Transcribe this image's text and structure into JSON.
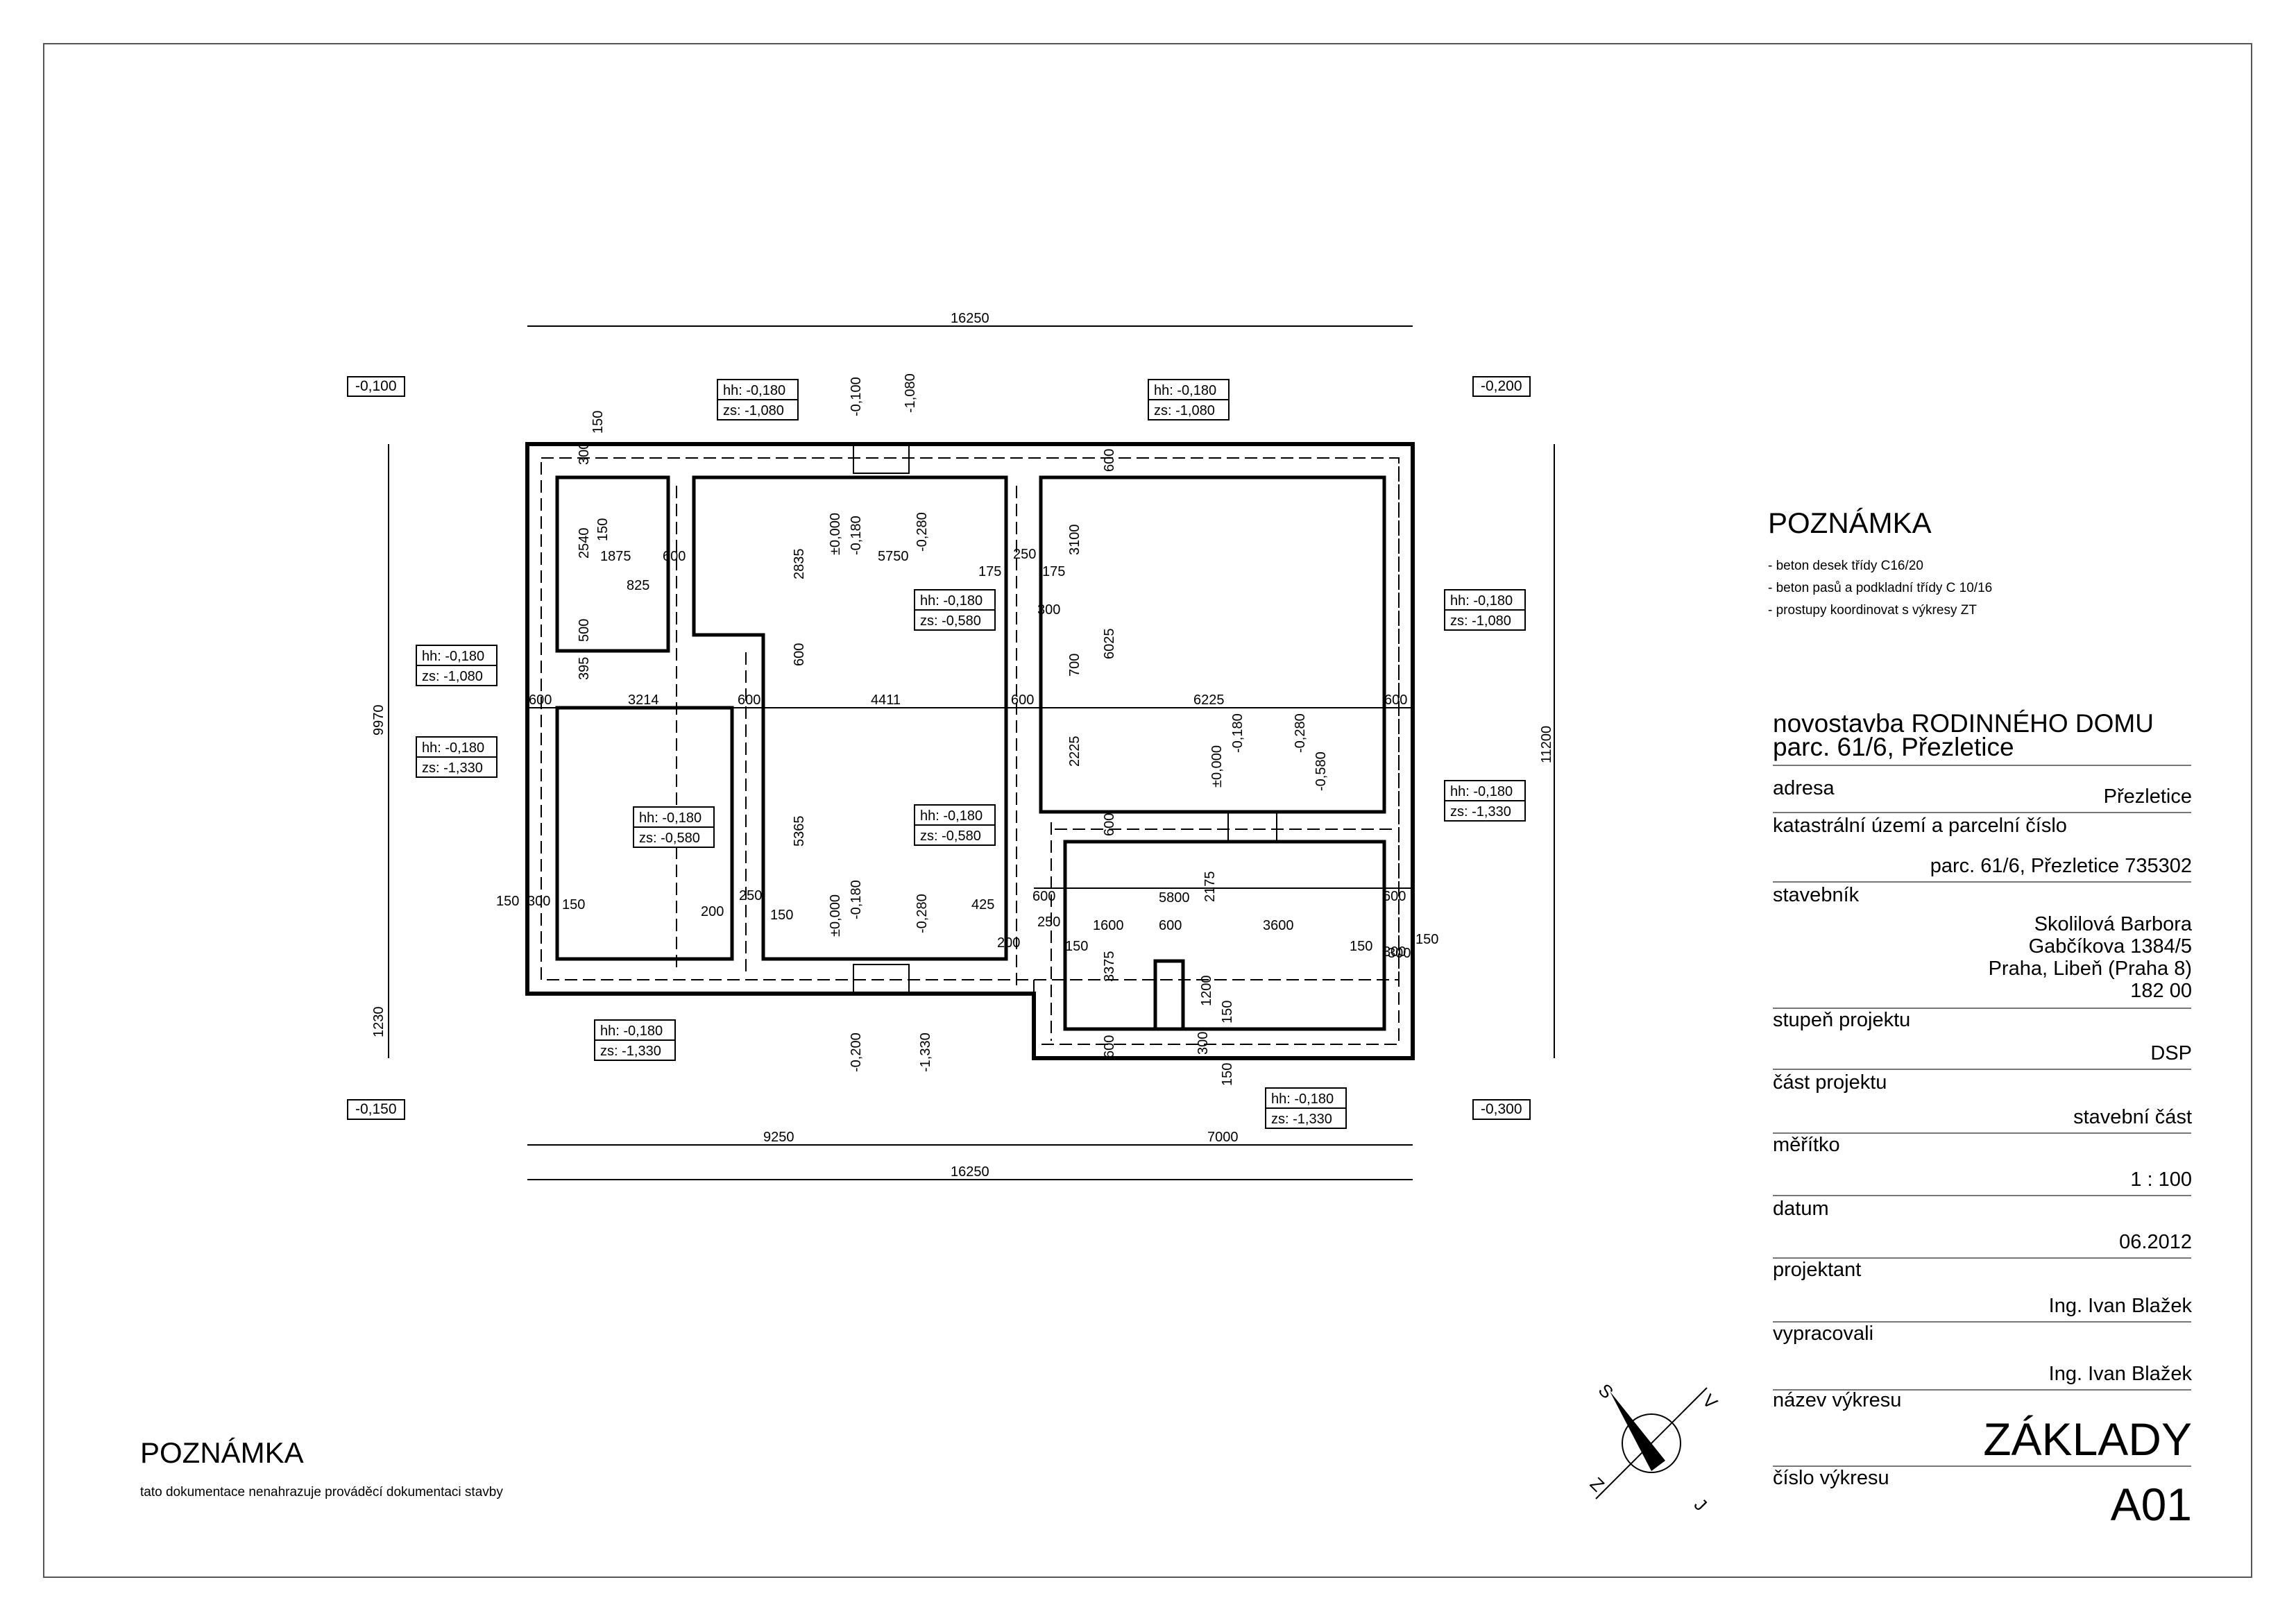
{
  "notes": {
    "right_title": "POZNÁMKA",
    "right_items": [
      "- beton desek třídy C16/20",
      "- beton pasů a podkladní třídy C 10/16",
      "- prostupy koordinovat s výkresy ZT"
    ],
    "bottom_title": "POZNÁMKA",
    "bottom_text": "tato dokumentace nenahrazuje prováděcí dokumentaci stavby"
  },
  "title_block": {
    "project_line1": "novostavba RODINNÉHO DOMU",
    "project_line2": "parc. 61/6, Přezletice",
    "address_label": "adresa",
    "address_value": "Přezletice",
    "cadastre_label": "katastrální území a parcelní číslo",
    "cadastre_value": "parc. 61/6, Přezletice 735302",
    "investor_label": "stavebník",
    "investor_lines": [
      "Skolilová Barbora",
      "Gabčíkova 1384/5",
      "Praha, Libeň (Praha 8)",
      "182 00"
    ],
    "stage_label": "stupeň projektu",
    "stage_value": "DSP",
    "part_label": "část projektu",
    "part_value": "stavební část",
    "scale_label": "měřítko",
    "scale_value": "1 : 100",
    "date_label": "datum",
    "date_value": "06.2012",
    "designer_label": "projektant",
    "designer_value": "Ing. Ivan Blažek",
    "prepared_label": "vypracovali",
    "prepared_value": "Ing. Ivan Blažek",
    "drawing_name_label": "název výkresu",
    "drawing_name_value": "ZÁKLADY",
    "drawing_no_label": "číslo výkresu",
    "drawing_no_value": "A01"
  },
  "compass": {
    "n": "S",
    "s": "J",
    "e": "V",
    "w": "Z"
  },
  "corner_levels": {
    "tl": "-0,100",
    "tr": "-0,200",
    "bl": "-0,150",
    "br": "-0,300"
  },
  "plan": {
    "overall_width": "16250",
    "overall_width_bottom": "16250",
    "bottom_left_span": "9250",
    "bottom_right_span": "7000",
    "left_height": "9970",
    "left_lower": "1230",
    "right_height": "11200",
    "level_tags": [
      {
        "hh": "hh: -0,180",
        "zs": "zs: -1,080"
      },
      {
        "hh": "hh: -0,180",
        "zs": "zs: -1,080"
      },
      {
        "hh": "hh: -0,180",
        "zs": "zs: -0,580"
      },
      {
        "hh": "hh: -0,180",
        "zs": "zs: -1,080"
      },
      {
        "hh": "hh: -0,180",
        "zs": "zs: -1,080"
      },
      {
        "hh": "hh: -0,180",
        "zs": "zs: -1,330"
      },
      {
        "hh": "hh: -0,180",
        "zs": "zs: -0,580"
      },
      {
        "hh": "hh: -0,180",
        "zs": "zs: -0,580"
      },
      {
        "hh": "hh: -0,180",
        "zs": "zs: -1,330"
      },
      {
        "hh": "hh: -0,180",
        "zs": "zs: -1,330"
      },
      {
        "hh": "hh: -0,180",
        "zs": "zs: -1,330"
      }
    ],
    "dims": [
      "600",
      "3214",
      "600",
      "4411",
      "600",
      "6225",
      "600",
      "1875",
      "600",
      "825",
      "500",
      "395",
      "2540",
      "300",
      "150",
      "150",
      "2835",
      "600",
      "5365",
      "5750",
      "175",
      "175",
      "250",
      "300",
      "3100",
      "600",
      "6025",
      "700",
      "2225",
      "600",
      "2175",
      "3375",
      "5800",
      "1600",
      "600",
      "3600",
      "150",
      "300",
      "150",
      "150",
      "300",
      "150",
      "200",
      "250",
      "150",
      "425",
      "600",
      "200",
      "250",
      "150",
      "1200",
      "150",
      "300",
      "600",
      "150",
      "600",
      "300"
    ],
    "vertical_levels": [
      "±0,000",
      "-0,180",
      "-0,280",
      "±0,000",
      "-0,180",
      "-0,280",
      "±0,000",
      "-0,180",
      "-0,280",
      "-0,580",
      "-0,100",
      "-1,080",
      "-0,200",
      "-1,330"
    ]
  }
}
